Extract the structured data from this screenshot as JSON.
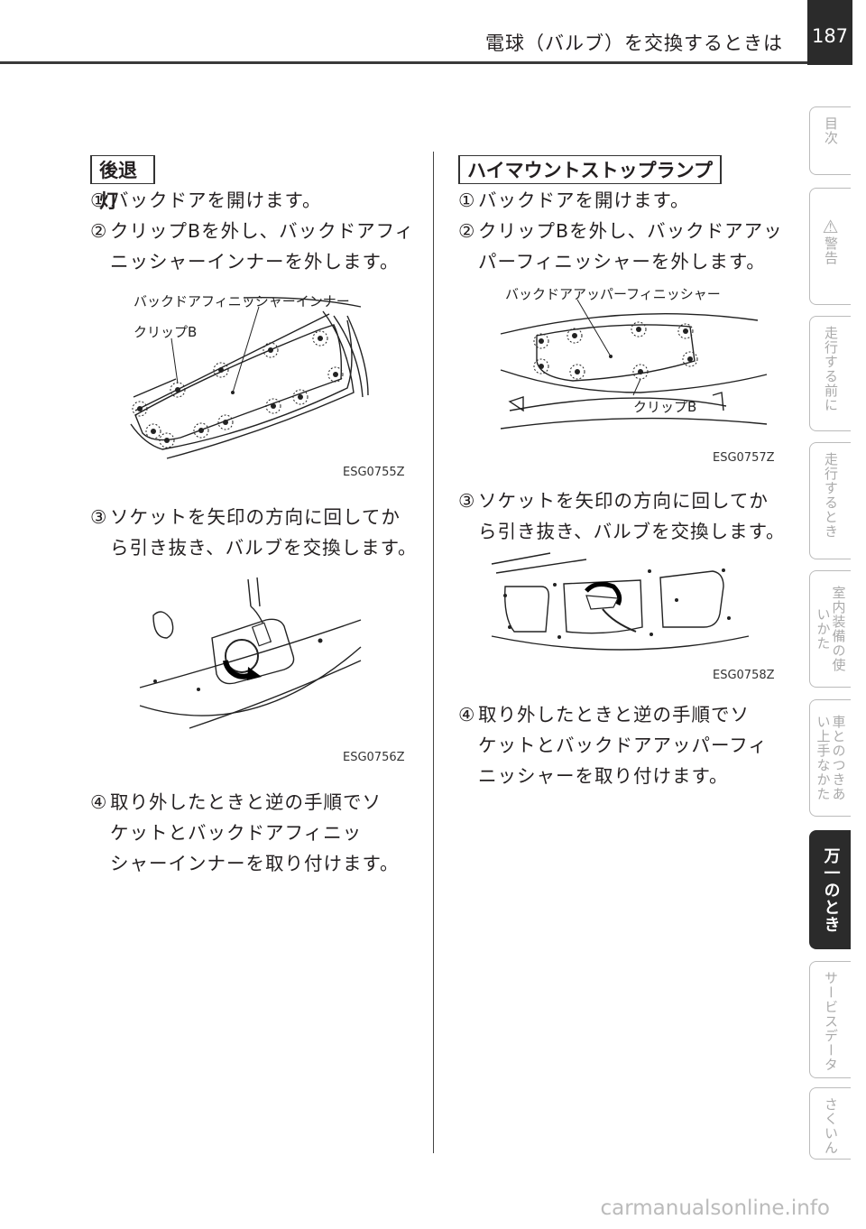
{
  "header": {
    "title": "電球（バルブ）を交換するときは",
    "page_number": "187"
  },
  "left": {
    "heading": "後退灯",
    "steps": [
      {
        "num": "①",
        "text": "バックドアを開けます。"
      },
      {
        "num": "②",
        "text": "クリップBを外し、バックドアフィ",
        "cont": "ニッシャーインナーを外します。"
      },
      {
        "num": "③",
        "text": "ソケットを矢印の方向に回してか",
        "cont": "ら引き抜き、バルブを交換します。"
      },
      {
        "num": "④",
        "text": "取り外したときと逆の手順でソ",
        "cont": "ケットとバックドアフィニッ",
        "cont2": "シャーインナーを取り付けます。"
      }
    ],
    "fig1": {
      "label_a": "バックドアフィニッシャーインナー",
      "label_b": "クリップB",
      "code": "ESG0755Z"
    },
    "fig2": {
      "code": "ESG0756Z"
    }
  },
  "right": {
    "heading": "ハイマウントストップランプ",
    "steps": [
      {
        "num": "①",
        "text": "バックドアを開けます。"
      },
      {
        "num": "②",
        "text": "クリップBを外し、バックドアアッ",
        "cont": "パーフィニッシャーを外します。"
      },
      {
        "num": "③",
        "text": "ソケットを矢印の方向に回してか",
        "cont": "ら引き抜き、バルブを交換します。"
      },
      {
        "num": "④",
        "text": "取り外したときと逆の手順でソ",
        "cont": "ケットとバックドアアッパーフィ",
        "cont2": "ニッシャーを取り付けます。"
      }
    ],
    "fig1": {
      "label_a": "バックドアアッパーフィニッシャー",
      "label_b": "クリップB",
      "code": "ESG0757Z"
    },
    "fig2": {
      "code": "ESG0758Z"
    }
  },
  "tabs": [
    {
      "label": "目次"
    },
    {
      "label": "警告",
      "icon": "warning-icon"
    },
    {
      "label": "走行する前に"
    },
    {
      "label": "走行するとき"
    },
    {
      "label": "室内装備の使いかた"
    },
    {
      "label": "車とのつきあい上手なかた"
    },
    {
      "label": "万一のとき",
      "active": true
    },
    {
      "label": "サービスデータ"
    },
    {
      "label": "さくいん"
    }
  ],
  "footer": "carmanualsonline.info"
}
